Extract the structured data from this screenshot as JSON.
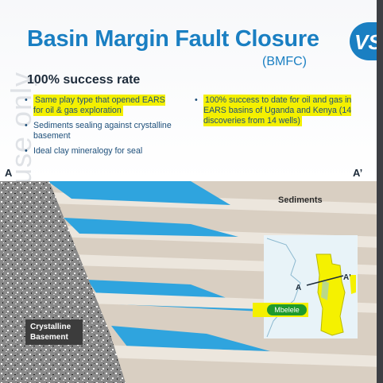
{
  "slide": {
    "title": "Basin Margin Fault Closure",
    "subtitle": "(BMFC)",
    "logo_text": "VS",
    "watermark": "use only",
    "subheading": "100% success rate",
    "left_bullets": [
      "Same play type that opened EARS for oil & gas exploration",
      "Sediments sealing against crystalline basement",
      "Ideal clay mineralogy for seal"
    ],
    "right_bullets": [
      "100% success to date for oil and gas in EARS basins of Uganda and Kenya (14 discoveries from 14 wells)"
    ],
    "bullet_char": "•",
    "section_start": "A",
    "section_end": "A’",
    "sediments_label": "Sediments",
    "basement_label": "Crystalline Basement",
    "inset": {
      "label_a": "A",
      "label_a2": "A'",
      "block_label": "Mbelele"
    }
  },
  "colors": {
    "title_blue": "#1a7fc2",
    "highlight_yellow": "#f4f000",
    "sediment_blue": "#2fa4de",
    "sediment_tan": "#d9cfc2",
    "block_green": "#1e9a2c"
  }
}
